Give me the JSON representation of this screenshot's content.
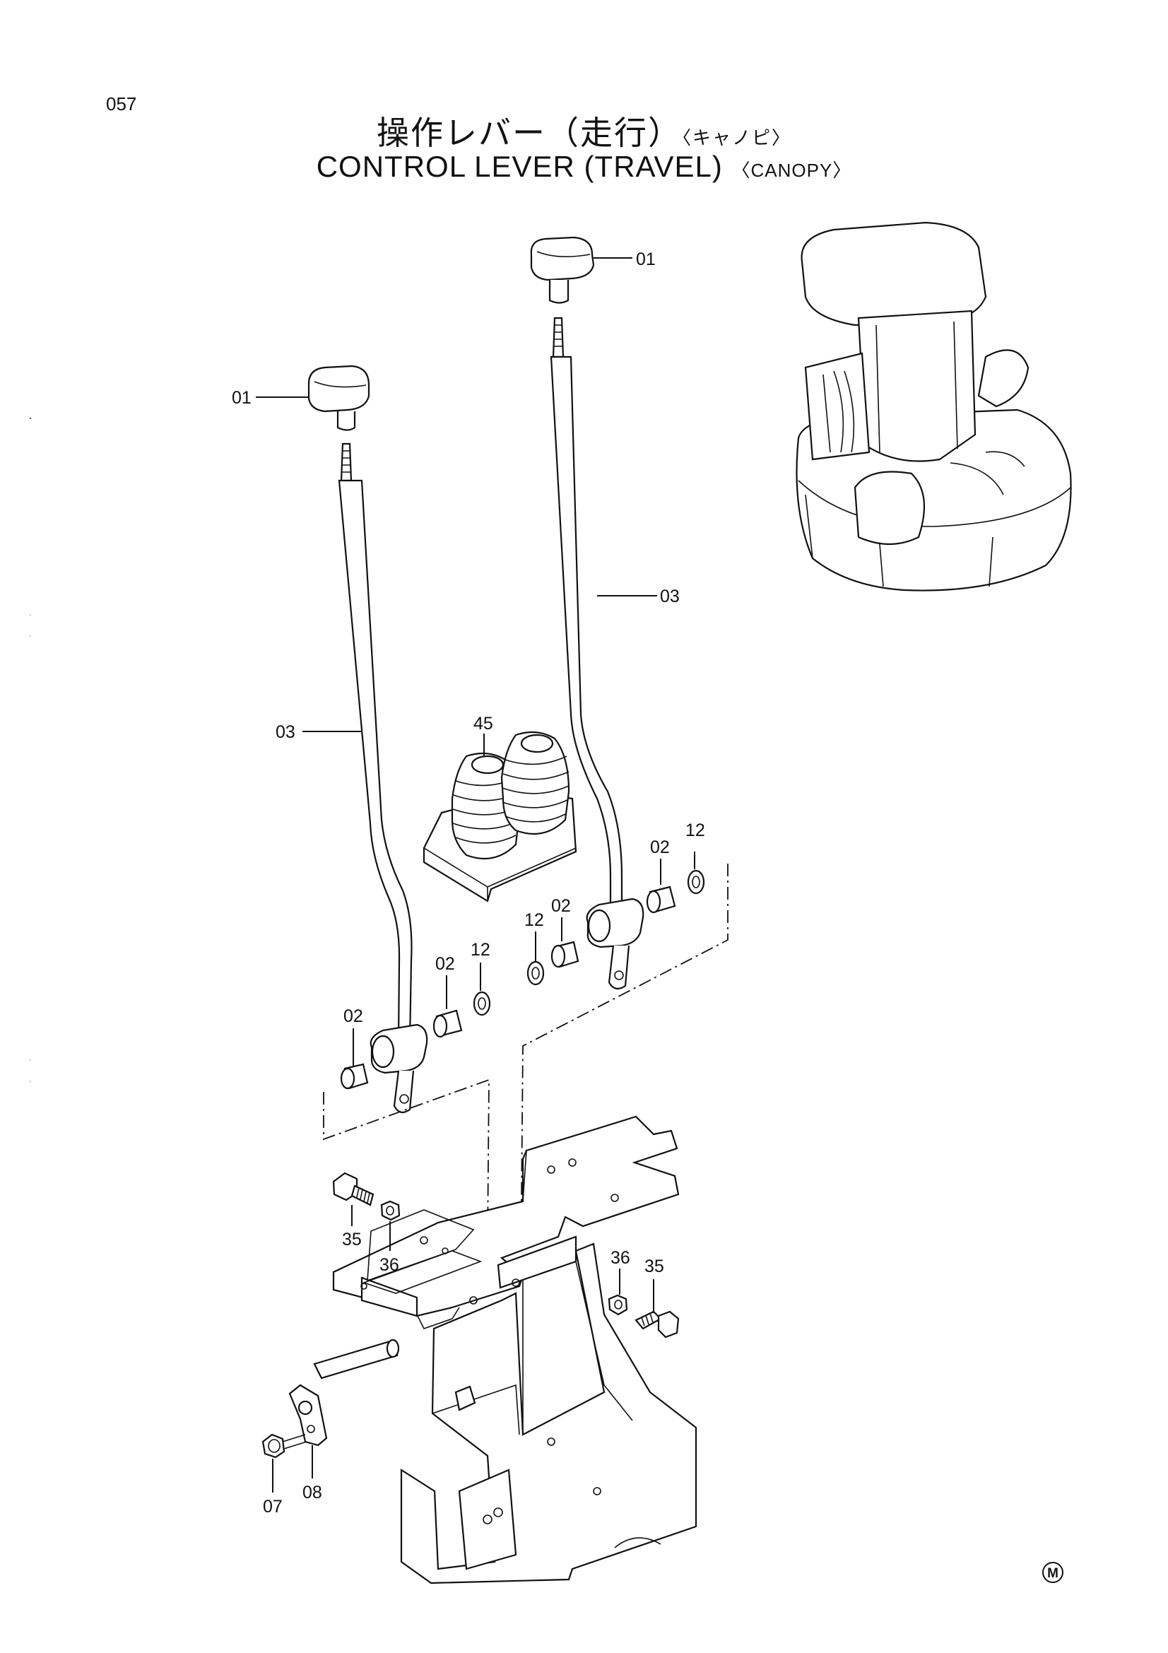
{
  "page_number": "057",
  "title_jp": "操作レバー（走行）",
  "title_jp_sub": "〈キャノピ〉",
  "title_en": "CONTROL LEVER (TRAVEL)",
  "title_en_sub": "〈CANOPY〉",
  "callouts": {
    "knob_left": "01",
    "knob_right": "01",
    "lever_left": "03",
    "lever_right": "03",
    "boot": "45",
    "bushing_1": "02",
    "bushing_2": "02",
    "bushing_3": "02",
    "bushing_4": "02",
    "washer_1": "12",
    "washer_2": "12",
    "washer_3": "12",
    "bolt_left": "35",
    "bolt_right": "35",
    "nut_left": "36",
    "nut_right": "36",
    "screw": "07",
    "bracket": "08"
  },
  "mark": "M"
}
